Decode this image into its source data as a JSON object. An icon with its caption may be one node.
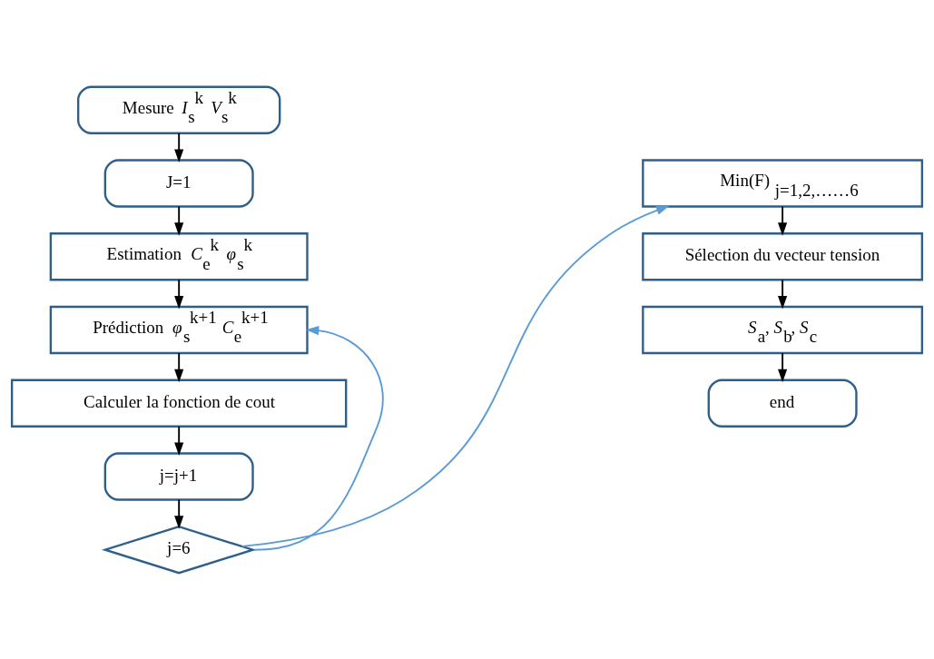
{
  "diagram": {
    "nodes": [
      {
        "text": [
          "Mesure  *I*$_{s}$$^{k}$  *V*$_{s}$$^{k}$"
        ]
      },
      {
        "text": [
          "J=1"
        ]
      },
      {
        "text": [
          "Estimation  *C*$_{e}$$^{k}$  *φ*$_{s}$$^{k}$"
        ]
      },
      {
        "text": [
          "Prédiction  *φ*$_{s}$$^{k+1}$  *C*$_{e}$$^{k+1}$"
        ]
      },
      {
        "text": [
          "Calculer la fonction de cout"
        ]
      },
      {
        "text": [
          "j=j+1"
        ]
      },
      {
        "text": [
          "j=6"
        ]
      },
      {
        "text": [
          "Min(F) $_{j=1,2,……6}$"
        ]
      },
      {
        "text": [
          "Sélection du vecteur tension"
        ]
      },
      {
        "text": [
          "*S*$_{a}$, *S*$_{b}$, *S*$_{c}$"
        ]
      },
      {
        "text": [
          "end"
        ]
      }
    ],
    "edges": [
      {
        "from": 0,
        "to": 1,
        "arrow": "to"
      },
      {
        "from": 1,
        "to": 2,
        "arrow": "to"
      },
      {
        "from": 2,
        "to": 3,
        "arrow": "to"
      },
      {
        "from": 3,
        "to": 4,
        "arrow": "to"
      },
      {
        "from": 4,
        "to": 5,
        "arrow": "to"
      },
      {
        "from": 5,
        "to": 6,
        "arrow": "to"
      },
      {
        "from": 6,
        "to": 3,
        "arrow": "to",
        "color": "#5b9bd5"
      },
      {
        "from": 6,
        "to": 7,
        "arrow": "to",
        "color": "#5b9bd5"
      },
      {
        "from": 7,
        "to": 8,
        "arrow": "to"
      },
      {
        "from": 8,
        "to": 9,
        "arrow": "to"
      },
      {
        "from": 9,
        "to": 10,
        "arrow": "to"
      }
    ]
  }
}
